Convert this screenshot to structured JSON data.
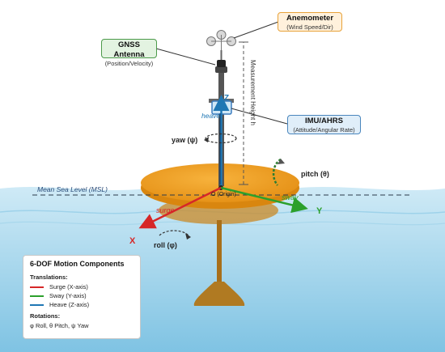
{
  "callouts": {
    "anemometer": {
      "title": "Anemometer",
      "subtitle": "(Wind Speed/Dir)"
    },
    "gnss": {
      "title": "GNSS Antenna",
      "subtitle": "(Position/Velocity)"
    },
    "imu": {
      "title": "IMU/AHRS",
      "subtitle": "(Attitude/Angular Rate)"
    }
  },
  "labels": {
    "measurement_height": "Measurement Height h",
    "heave": "heave",
    "z_axis": "Z",
    "yaw": "yaw (ψ)",
    "pitch": "pitch (θ)",
    "msl": "Mean Sea Level (MSL)",
    "origin": "O (Origin)",
    "sway": "sway",
    "y_axis": "Y",
    "surge": "surge",
    "x_axis": "X",
    "roll": "roll (φ)"
  },
  "legend": {
    "title": "6-DOF Motion Components",
    "translations_heading": "Translations:",
    "items": [
      {
        "label": "Surge (X-axis)",
        "color": "#d62728"
      },
      {
        "label": "Sway (Y-axis)",
        "color": "#2ca02c"
      },
      {
        "label": "Heave (Z-axis)",
        "color": "#1f77b4"
      }
    ],
    "rotations_heading": "Rotations:",
    "rotations_text": "φ Roll, θ Pitch, ψ Yaw"
  },
  "colors": {
    "surge": "#d62728",
    "sway": "#2ca02c",
    "heave": "#1f77b4",
    "buoy": "#f39c12",
    "sea": "#bfe3f3",
    "callout_orange_bg": "#fff1dc",
    "callout_orange_border": "#e8a33a",
    "callout_green_bg": "#e3f3e1",
    "callout_green_border": "#4c9a4a",
    "callout_blue_bg": "#e0eef9",
    "callout_blue_border": "#4a86bd"
  }
}
